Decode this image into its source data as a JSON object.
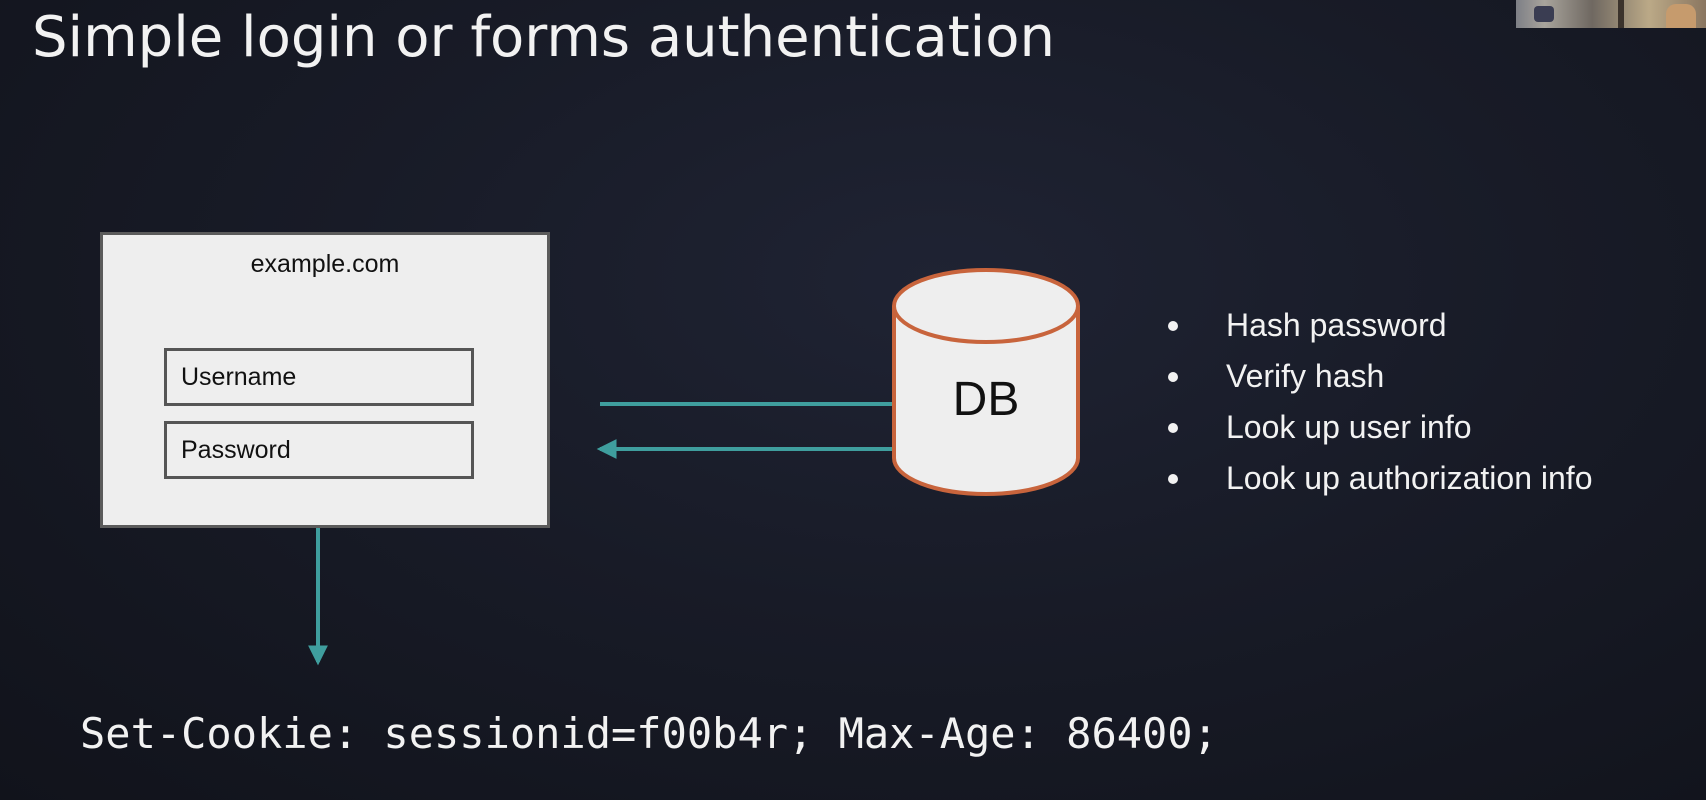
{
  "slide": {
    "title": "Simple login or forms authentication"
  },
  "browser": {
    "domain": "example.com",
    "fields": {
      "username": "Username",
      "password": "Password"
    }
  },
  "database": {
    "label": "DB"
  },
  "notes": {
    "items": [
      "Hash password",
      "Verify hash",
      "Look up user info",
      "Look up authorization info"
    ]
  },
  "response": {
    "cookie_header": "Set-Cookie: sessionid=f00b4r; Max-Age: 86400;"
  },
  "colors": {
    "arrow": "#3f9e9e",
    "db_outline": "#c8643c",
    "background": "#181b27",
    "text": "#f2f2f2"
  }
}
